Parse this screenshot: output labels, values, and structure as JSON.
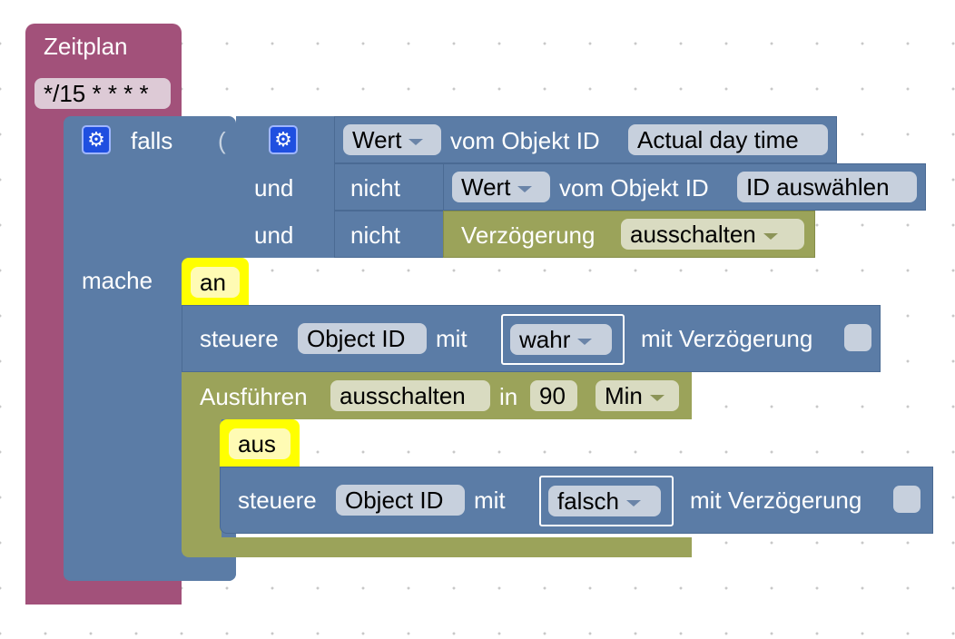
{
  "colors": {
    "schedule": "#a2517a",
    "logic": "#5b7ca6",
    "action": "#5b7ca6",
    "timer": "#9ba35a",
    "event_label": "#ffff00"
  },
  "schedule": {
    "title": "Zeitplan",
    "cron": "*/15 * * * *"
  },
  "if_block": {
    "settings_icon": "gear-icon",
    "falls": "falls",
    "mache": "mache",
    "row1": {
      "value_dropdown": "Wert",
      "from_object_label": "vom Objekt ID",
      "object_id": "Actual day time"
    },
    "row2": {
      "and_label": "und",
      "not_label": "nicht",
      "value_dropdown": "Wert",
      "from_object_label": "vom Objekt ID",
      "object_id": "ID auswählen"
    },
    "row3": {
      "and_label": "und",
      "not_label": "nicht",
      "delay_label": "Verzögerung",
      "delay_name": "ausschalten"
    }
  },
  "comment_on": "an",
  "control_on": {
    "label": "steuere",
    "object_id": "Object ID",
    "with_label": "mit",
    "value": "wahr",
    "delay_label": "mit Verzögerung"
  },
  "timeout": {
    "label": "Ausführen",
    "name": "ausschalten",
    "in_label": "in",
    "amount": "90",
    "unit": "Min"
  },
  "comment_off": "aus",
  "control_off": {
    "label": "steuere",
    "object_id": "Object ID",
    "with_label": "mit",
    "value": "falsch",
    "delay_label": "mit Verzögerung"
  }
}
